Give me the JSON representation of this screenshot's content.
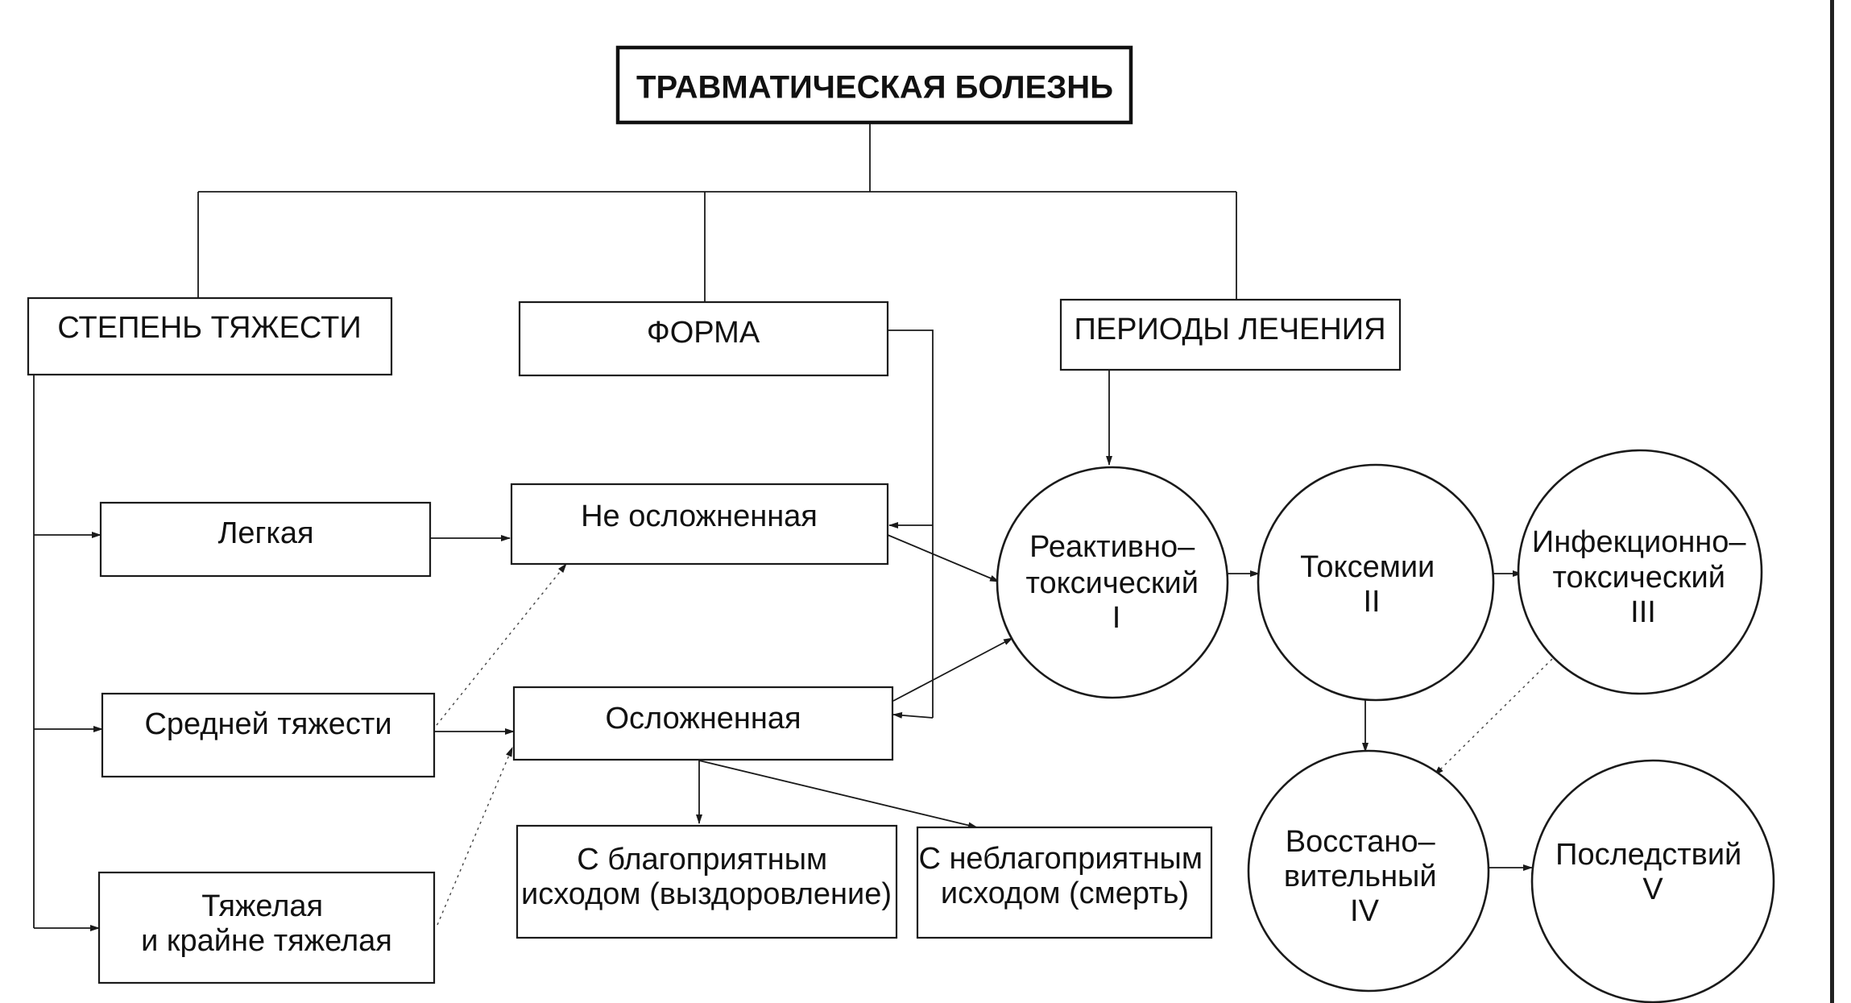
{
  "title": "ТРАВМАТИЧЕСКАЯ БОЛЕЗНЬ",
  "categories": {
    "severity": "СТЕПЕНЬ ТЯЖЕСТИ",
    "form": "ФОРМА",
    "periods": "ПЕРИОДЫ ЛЕЧЕНИЯ"
  },
  "severity_levels": {
    "light": "Легкая",
    "medium": "Средней тяжести",
    "heavy": [
      "Тяжелая",
      "и крайне тяжелая"
    ]
  },
  "forms": {
    "uncomplicated": "Не осложненная",
    "complicated": "Осложненная"
  },
  "outcomes": {
    "favorable": [
      "С благоприятным",
      "исходом (выздоровление)"
    ],
    "unfavorable": [
      "С неблагоприятным",
      "исходом (смерть)"
    ]
  },
  "periods": {
    "p1": [
      "Реактивно–",
      "токсический",
      "I"
    ],
    "p2": [
      "Токсемии",
      "II"
    ],
    "p3": [
      "Инфекционно–",
      "токсический",
      "III"
    ],
    "p4": [
      "Восстано–",
      "вительный",
      "IV"
    ],
    "p5": [
      "Последствий",
      "V"
    ]
  }
}
